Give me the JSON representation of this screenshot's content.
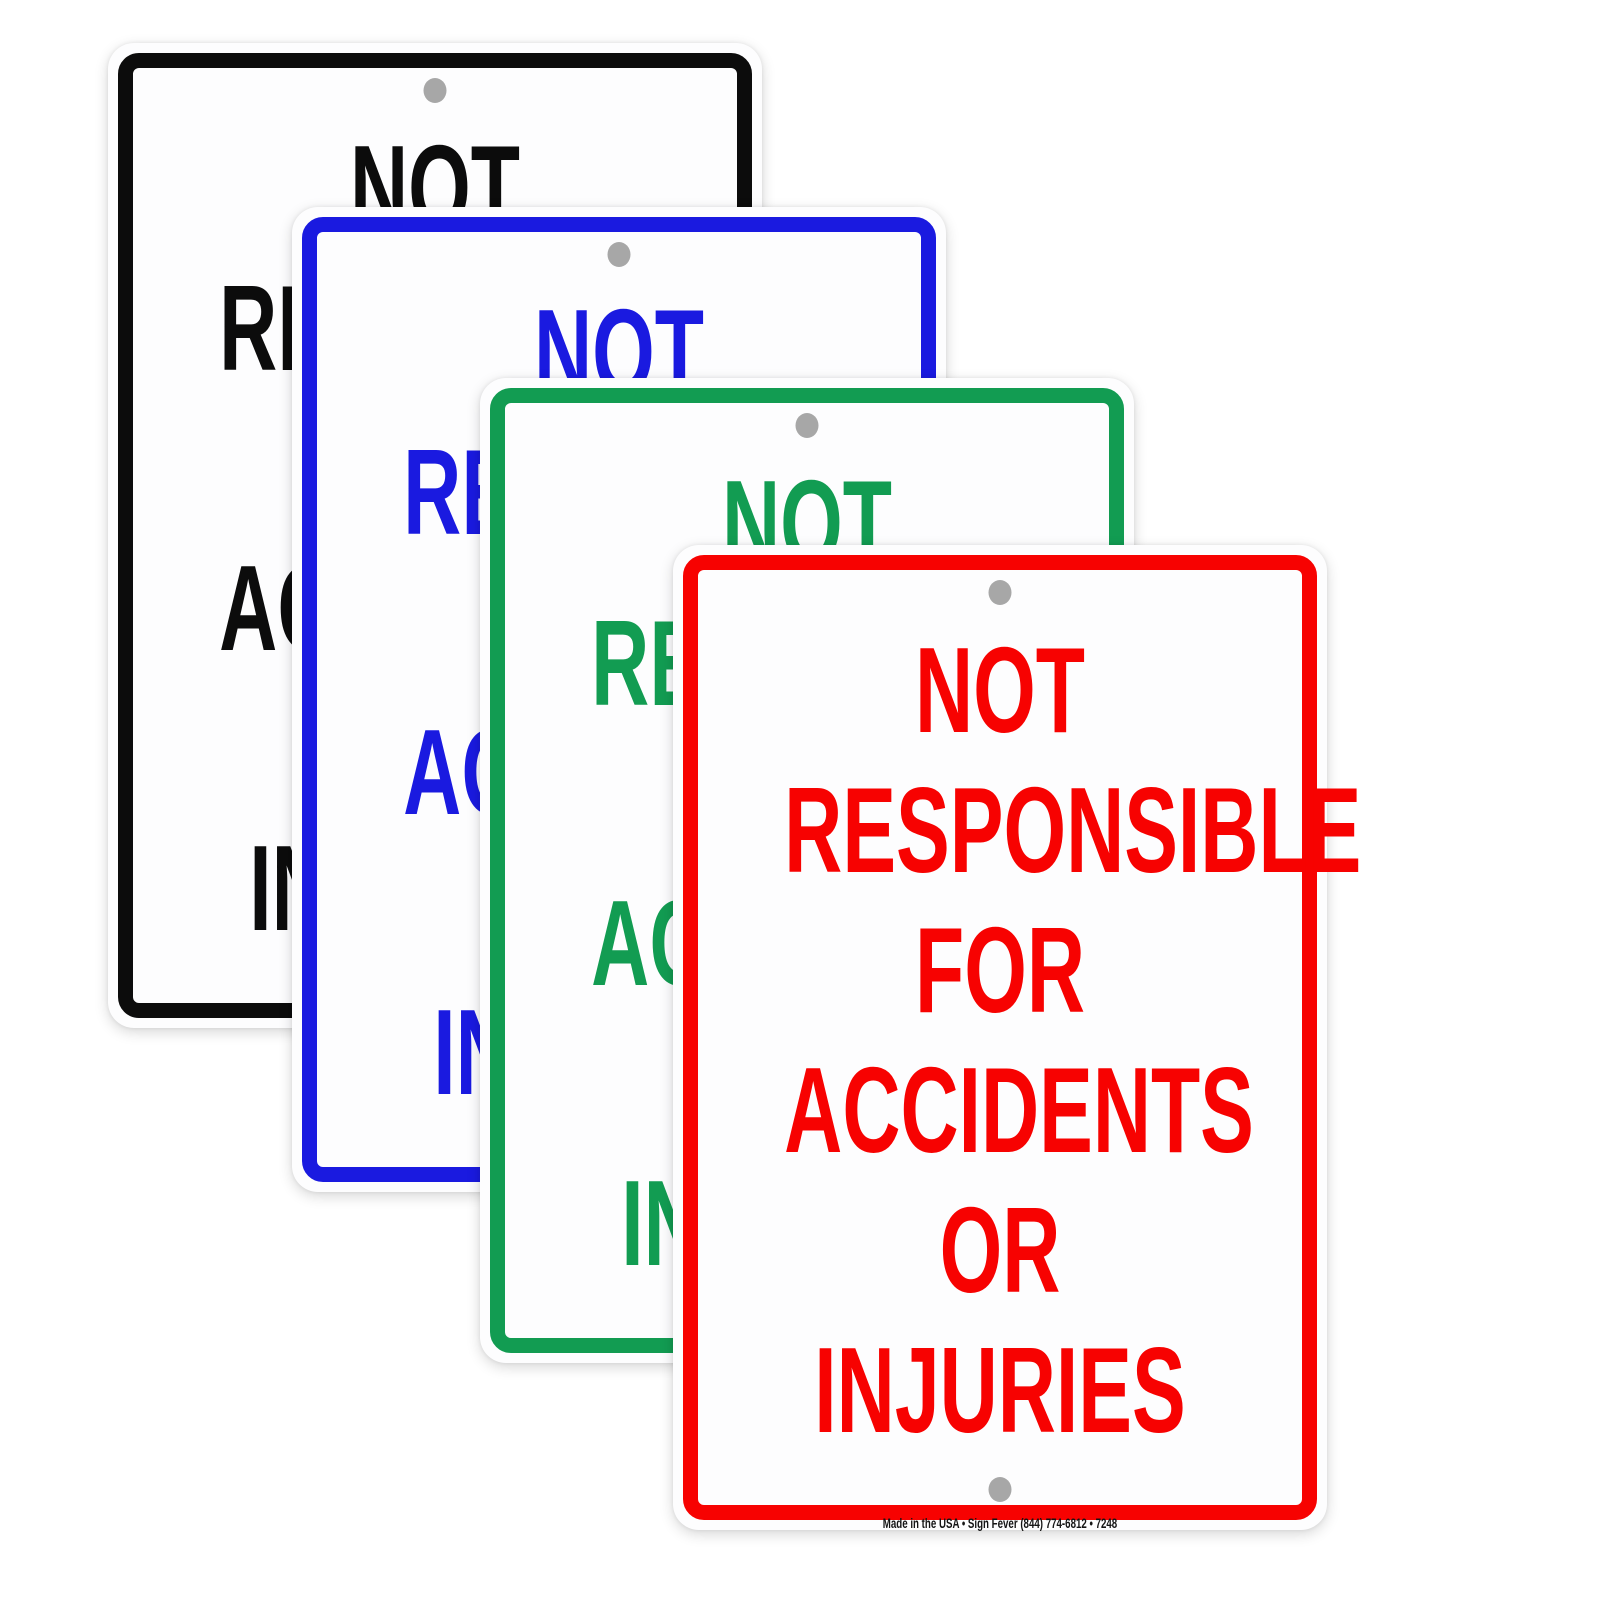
{
  "sign_text": {
    "lines": [
      "NOT",
      "RESPONSIBLE",
      "FOR",
      "ACCIDENTS",
      "OR",
      "INJURIES"
    ]
  },
  "signs": [
    {
      "id": "black",
      "variant": "black sign",
      "color": "#0c0c0c"
    },
    {
      "id": "blue",
      "variant": "blue sign",
      "color": "#1a1ae0"
    },
    {
      "id": "green",
      "variant": "green sign",
      "color": "#129c52"
    },
    {
      "id": "red",
      "variant": "red sign",
      "color": "#f70201"
    }
  ],
  "colors": {
    "holes": "#a7a7a7",
    "background": "#ffffff",
    "footer_text": "#141414"
  },
  "footer": {
    "text": "Made in the USA • Sign Fever (844) 774-6812 • 7248"
  }
}
